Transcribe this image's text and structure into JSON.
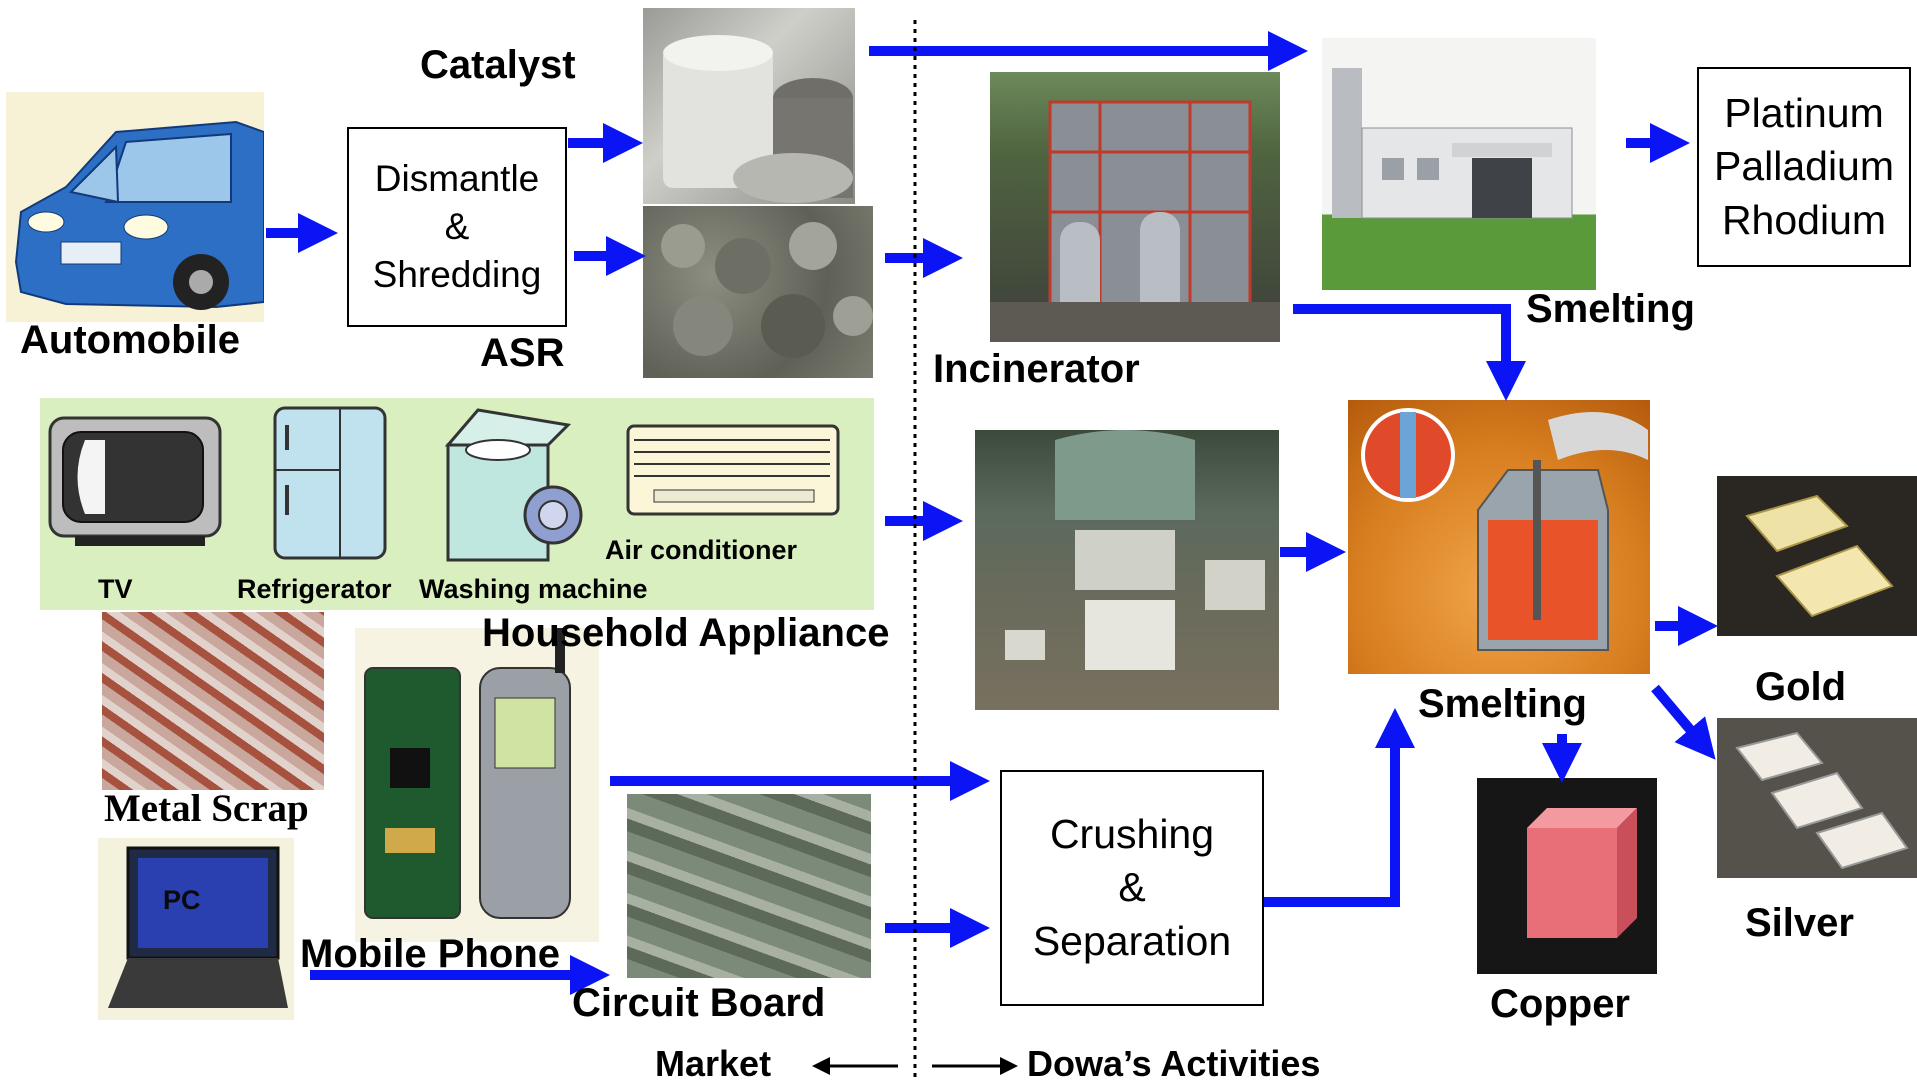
{
  "labels": {
    "catalyst": "Catalyst",
    "automobile": "Automobile",
    "asr": "ASR",
    "incinerator": "Incinerator",
    "smelting_top": "Smelting",
    "smelting_mid": "Smelting",
    "household_appliance": "Household Appliance",
    "tv": "TV",
    "refrigerator": "Refrigerator",
    "washing_machine": "Washing machine",
    "air_conditioner": "Air conditioner",
    "metal_scrap": "Metal Scrap",
    "pc": "PC",
    "mobile_phone": "Mobile Phone",
    "circuit_board": "Circuit Board",
    "gold": "Gold",
    "silver": "Silver",
    "copper": "Copper",
    "market": "Market",
    "dowa_activities": "Dowa’s Activities"
  },
  "boxes": {
    "dismantle": [
      "Dismantle",
      "&",
      "Shredding"
    ],
    "crushing": [
      "Crushing",
      "&",
      "Separation"
    ],
    "pgm": [
      "Platinum",
      "Palladium",
      "Rhodium"
    ]
  },
  "colors": {
    "arrow": "#0a14f5",
    "appliance_bg": "#d9efbf",
    "divider": "#000000"
  }
}
